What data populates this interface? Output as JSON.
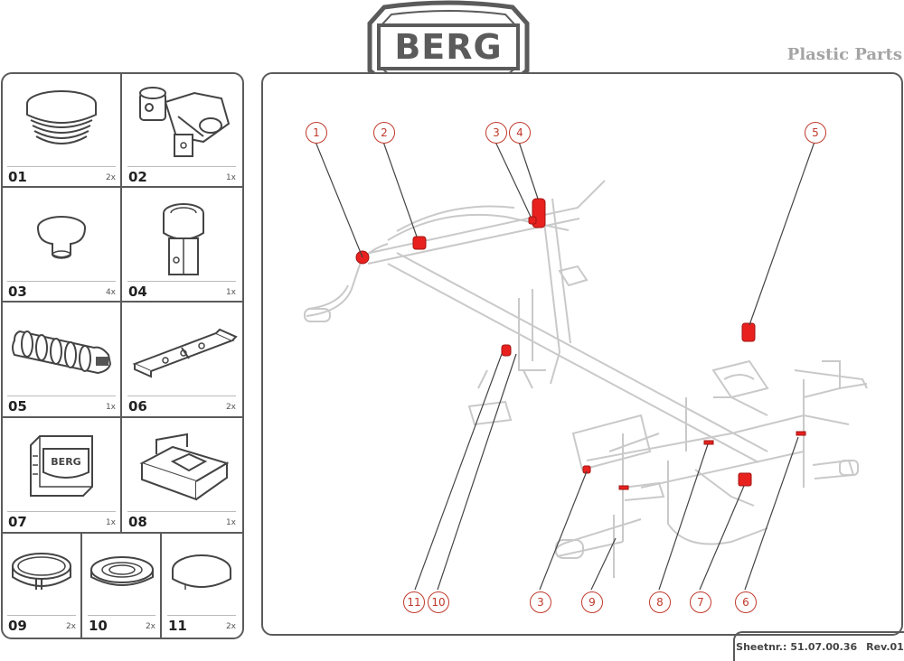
{
  "logo": {
    "text": "BERG"
  },
  "title": "Plastic Parts",
  "sheet": {
    "label": "Sheetnr.:",
    "number": "51.07.00.36",
    "rev": "Rev.01"
  },
  "colors": {
    "accent": "#e8211f",
    "callout": "#c0392b",
    "border": "#5b5b5b",
    "title": "#a4a4a4"
  },
  "parts": [
    {
      "num": "01",
      "qty": "2x",
      "icon": "end-cap-icon"
    },
    {
      "num": "02",
      "qty": "1x",
      "icon": "tube-connector-icon"
    },
    {
      "num": "03",
      "qty": "4x",
      "icon": "round-plug-icon"
    },
    {
      "num": "04",
      "qty": "1x",
      "icon": "clamp-icon"
    },
    {
      "num": "05",
      "qty": "1x",
      "icon": "handle-grip-icon"
    },
    {
      "num": "06",
      "qty": "2x",
      "icon": "bracket-plate-icon"
    },
    {
      "num": "07",
      "qty": "1x",
      "icon": "logo-cap-icon"
    },
    {
      "num": "08",
      "qty": "1x",
      "icon": "seat-holder-icon"
    },
    {
      "num": "09",
      "qty": "2x",
      "icon": "split-ring-icon"
    },
    {
      "num": "10",
      "qty": "2x",
      "icon": "bearing-ring-icon"
    },
    {
      "num": "11",
      "qty": "2x",
      "icon": "dome-cap-icon"
    }
  ],
  "callouts": [
    "1",
    "2",
    "3",
    "4",
    "5",
    "11",
    "10",
    "3",
    "9",
    "8",
    "7",
    "6"
  ]
}
